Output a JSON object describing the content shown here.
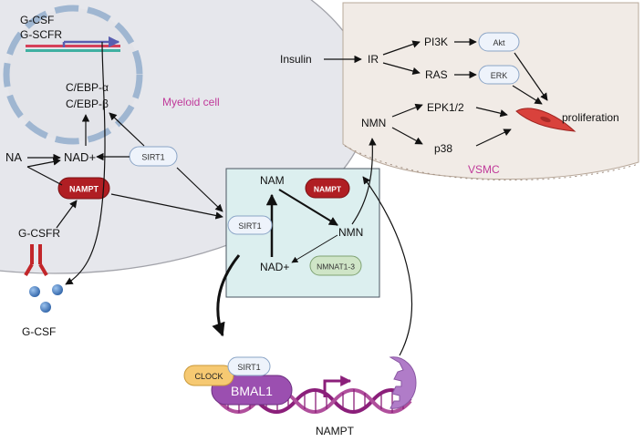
{
  "myeloid": {
    "cell_label": "Myeloid cell",
    "gene_labels": [
      "G-CSF",
      "G-SCFR"
    ],
    "cebp_labels": [
      "C/EBP-α",
      "C/EBP-β"
    ],
    "na": "NA",
    "nad": "NAD+",
    "sirt1": "SIRT1",
    "nampt": "NAMPT",
    "gcsfr": "G-CSFR",
    "gcsf": "G-CSF"
  },
  "vsmc": {
    "cell_label": "VSMC",
    "insulin": "Insulin",
    "ir": "IR",
    "pi3k": "PI3K",
    "akt": "Akt",
    "ras": "RAS",
    "erk": "ERK",
    "nmn": "NMN",
    "epk": "EPK1/2",
    "p38": "p38",
    "proliferation": "proliferation"
  },
  "salvage": {
    "nam": "NAM",
    "nampt": "NAMPT",
    "nmn": "NMN",
    "sirt1": "SIRT1",
    "nad": "NAD+",
    "nmnat": "NMNAT1-3"
  },
  "clock": {
    "clock": "CLOCK",
    "sirt1": "SIRT1",
    "bmal1": "BMAL1",
    "nampt_gene": "NAMPT"
  },
  "colors": {
    "cell_fill": "#e6e7ec",
    "vsmc_fill": "#f1ebe6",
    "salvage_fill": "#dcefef",
    "nampt_red": "#b01e23",
    "bmal_purple": "#9b4fb0",
    "clock_yellow": "#f6c972",
    "label_magenta": "#c0399a",
    "dna_purple": "#8b1f7a"
  }
}
